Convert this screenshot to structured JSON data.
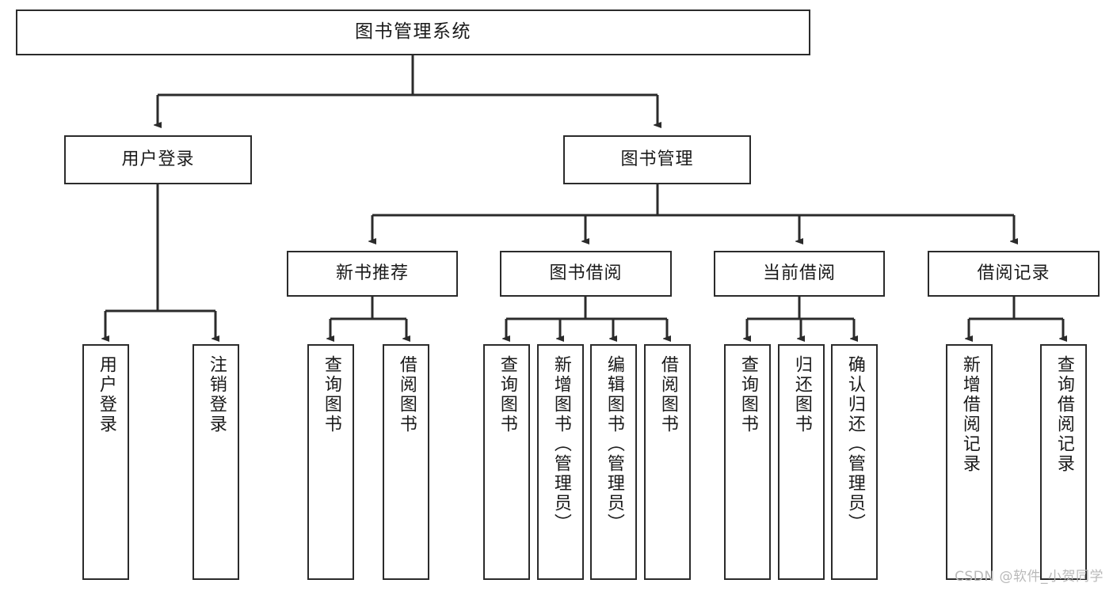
{
  "diagram": {
    "type": "tree",
    "title": "图书管理系统",
    "orientation": "top-down",
    "line_color": "#2b2b2b",
    "box_fill": "#ffffff",
    "text_color": "#1a1a1a"
  },
  "nodes": {
    "root": {
      "label": "图书管理系统",
      "level": 1
    },
    "l2": [
      {
        "id": "user-login",
        "label": "用户登录",
        "level": 2
      },
      {
        "id": "book-manage",
        "label": "图书管理",
        "level": 2
      }
    ],
    "l3": [
      {
        "id": "new-book-rec",
        "label": "新书推荐",
        "level": 3,
        "parent": "book-manage"
      },
      {
        "id": "book-borrow",
        "label": "图书借阅",
        "level": 3,
        "parent": "book-manage"
      },
      {
        "id": "current-borrow",
        "label": "当前借阅",
        "level": 3,
        "parent": "book-manage"
      },
      {
        "id": "borrow-record",
        "label": "借阅记录",
        "level": 3,
        "parent": "book-manage"
      }
    ],
    "leaves": [
      {
        "id": "leaf-user-login",
        "label": "用户登录",
        "parent": "user-login"
      },
      {
        "id": "leaf-user-logout",
        "label": "注销登录",
        "parent": "user-login"
      },
      {
        "id": "leaf-query-book-1",
        "label": "查询图书",
        "parent": "new-book-rec"
      },
      {
        "id": "leaf-borrow-book-1",
        "label": "借阅图书",
        "parent": "new-book-rec"
      },
      {
        "id": "leaf-query-book-2",
        "label": "查询图书",
        "parent": "book-borrow"
      },
      {
        "id": "leaf-add-book",
        "label": "新增图书（管理员）",
        "parent": "book-borrow"
      },
      {
        "id": "leaf-edit-book",
        "label": "编辑图书（管理员）",
        "parent": "book-borrow"
      },
      {
        "id": "leaf-borrow-book-2",
        "label": "借阅图书",
        "parent": "book-borrow"
      },
      {
        "id": "leaf-query-book-3",
        "label": "查询图书",
        "parent": "current-borrow"
      },
      {
        "id": "leaf-return-book",
        "label": "归还图书",
        "parent": "current-borrow"
      },
      {
        "id": "leaf-confirm-return",
        "label": "确认归还（管理员）",
        "parent": "current-borrow"
      },
      {
        "id": "leaf-add-record",
        "label": "新增借阅记录",
        "parent": "borrow-record"
      },
      {
        "id": "leaf-query-record",
        "label": "查询借阅记录",
        "parent": "borrow-record"
      }
    ]
  },
  "watermark": {
    "text": "CSDN @软件_小贺同学"
  }
}
